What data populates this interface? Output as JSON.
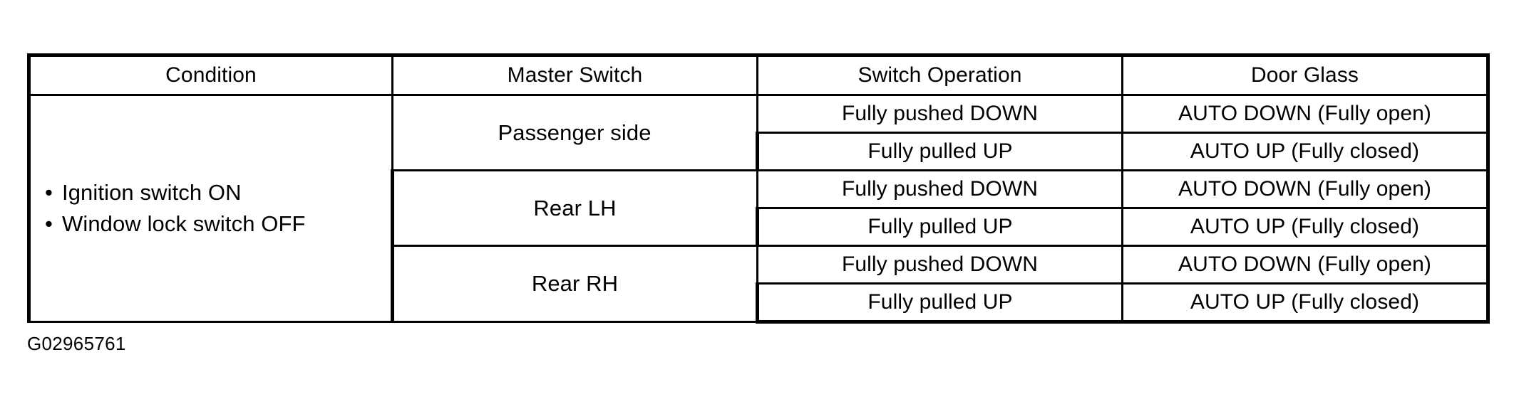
{
  "figure": {
    "caption": "G02965761"
  },
  "table": {
    "headers": [
      "Condition",
      "Master Switch",
      "Switch Operation",
      "Door Glass"
    ],
    "condition": {
      "bullet_glyph": "•",
      "items": [
        "Ignition switch ON",
        "Window lock switch OFF"
      ]
    },
    "groups": [
      {
        "master_switch": "Passenger side",
        "rows": [
          {
            "switch_operation": "Fully pushed DOWN",
            "door_glass": "AUTO DOWN (Fully open)"
          },
          {
            "switch_operation": "Fully pulled UP",
            "door_glass": "AUTO UP (Fully closed)"
          }
        ]
      },
      {
        "master_switch": "Rear LH",
        "rows": [
          {
            "switch_operation": "Fully pushed DOWN",
            "door_glass": "AUTO DOWN (Fully open)"
          },
          {
            "switch_operation": "Fully pulled UP",
            "door_glass": "AUTO UP (Fully closed)"
          }
        ]
      },
      {
        "master_switch": "Rear RH",
        "rows": [
          {
            "switch_operation": "Fully pushed DOWN",
            "door_glass": "AUTO DOWN (Fully open)"
          },
          {
            "switch_operation": "Fully pulled UP",
            "door_glass": "AUTO UP (Fully closed)"
          }
        ]
      }
    ],
    "colors": {
      "border": "#000000",
      "text": "#000000",
      "background": "#ffffff"
    }
  }
}
